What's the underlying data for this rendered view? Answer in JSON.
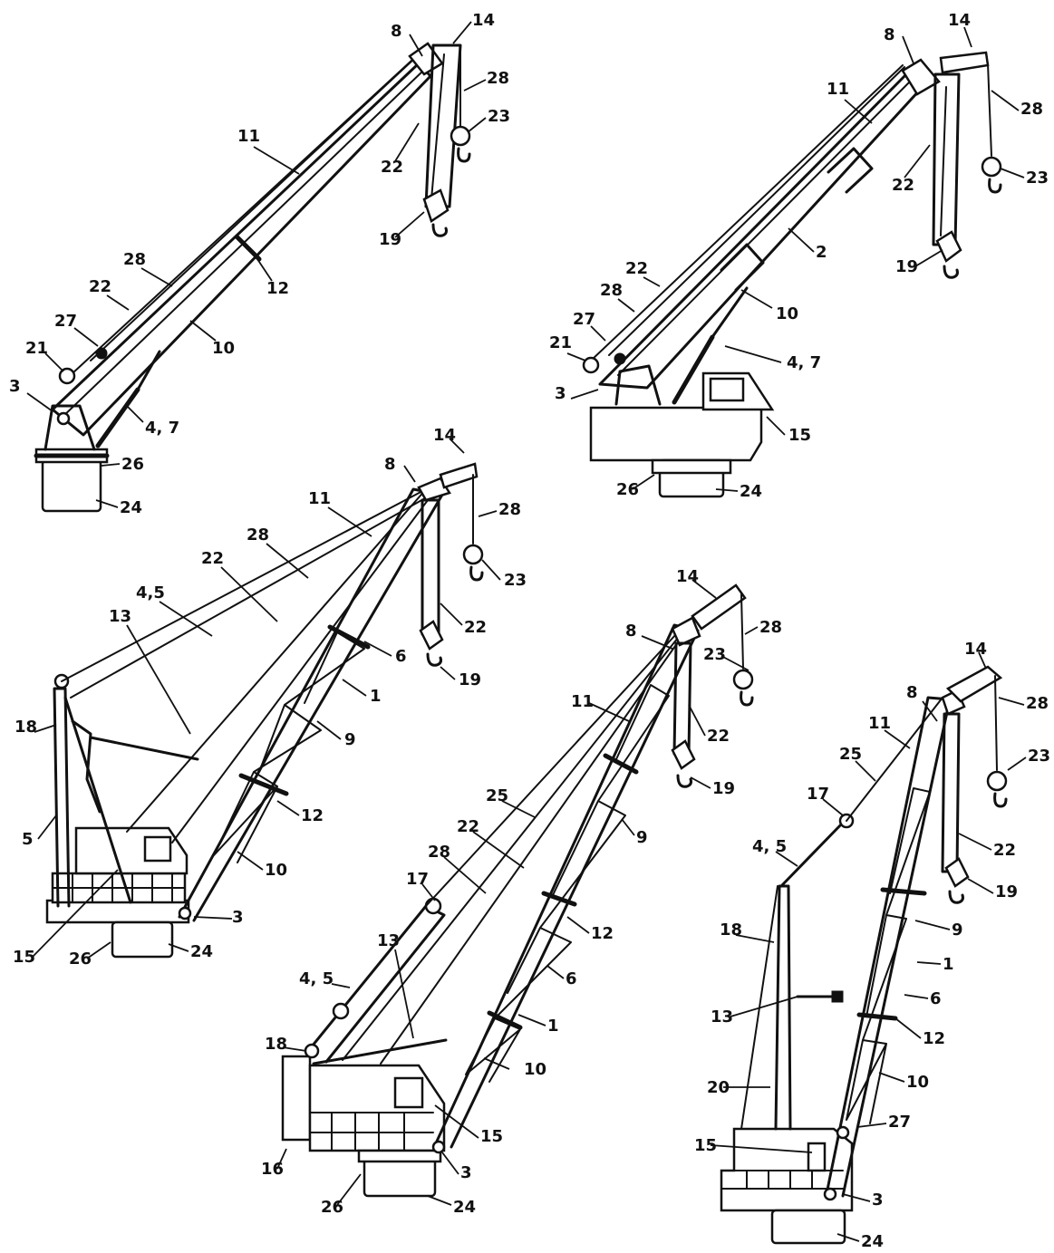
{
  "crane_a": {
    "labels": [
      "8",
      "14",
      "28",
      "23",
      "11",
      "22",
      "19",
      "28",
      "12",
      "22",
      "27",
      "10",
      "21",
      "3",
      "4, 7",
      "26",
      "24"
    ]
  },
  "crane_b": {
    "labels": [
      "8",
      "14",
      "11",
      "28",
      "23",
      "22",
      "2",
      "19",
      "22",
      "10",
      "28",
      "27",
      "21",
      "4, 7",
      "3",
      "15",
      "26",
      "24"
    ]
  },
  "crane_c": {
    "labels": [
      "14",
      "8",
      "11",
      "28",
      "23",
      "28",
      "22",
      "22",
      "4,5",
      "13",
      "6",
      "19",
      "1",
      "18",
      "9",
      "5",
      "12",
      "10",
      "3",
      "15",
      "26",
      "24"
    ]
  },
  "crane_d": {
    "labels": [
      "14",
      "28",
      "8",
      "23",
      "22",
      "11",
      "19",
      "9",
      "25",
      "22",
      "28",
      "17",
      "12",
      "13",
      "6",
      "4, 5",
      "1",
      "10",
      "18",
      "15",
      "16",
      "3",
      "26",
      "24"
    ]
  },
  "crane_e": {
    "labels": [
      "14",
      "28",
      "8",
      "11",
      "23",
      "25",
      "17",
      "22",
      "4, 5",
      "19",
      "9",
      "18",
      "1",
      "13",
      "6",
      "12",
      "20",
      "10",
      "27",
      "15",
      "3",
      "24"
    ]
  }
}
